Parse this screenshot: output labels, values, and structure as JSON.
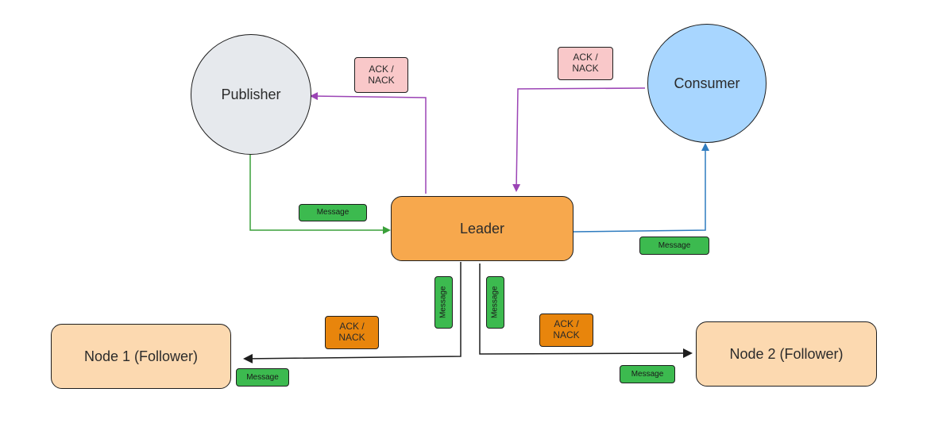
{
  "nodes": {
    "publisher": "Publisher",
    "consumer": "Consumer",
    "leader": "Leader",
    "node1": "Node 1 (Follower)",
    "node2": "Node 2 (Follower)"
  },
  "labels": {
    "ack_nack": "ACK /\nNACK",
    "message": "Message"
  },
  "colors": {
    "publisher_fill": "#e6e9ed",
    "consumer_fill": "#a8d6ff",
    "leader_fill": "#f7a84d",
    "follower_fill": "#fcd9b0",
    "message_tag": "#3cba4f",
    "ack_pink": "#f9c8c9",
    "ack_orange": "#e8850c",
    "edge_green": "#3aa03a",
    "edge_purple": "#9b44b5",
    "edge_blue": "#2e7bbf",
    "edge_black": "#1e1e1e"
  }
}
